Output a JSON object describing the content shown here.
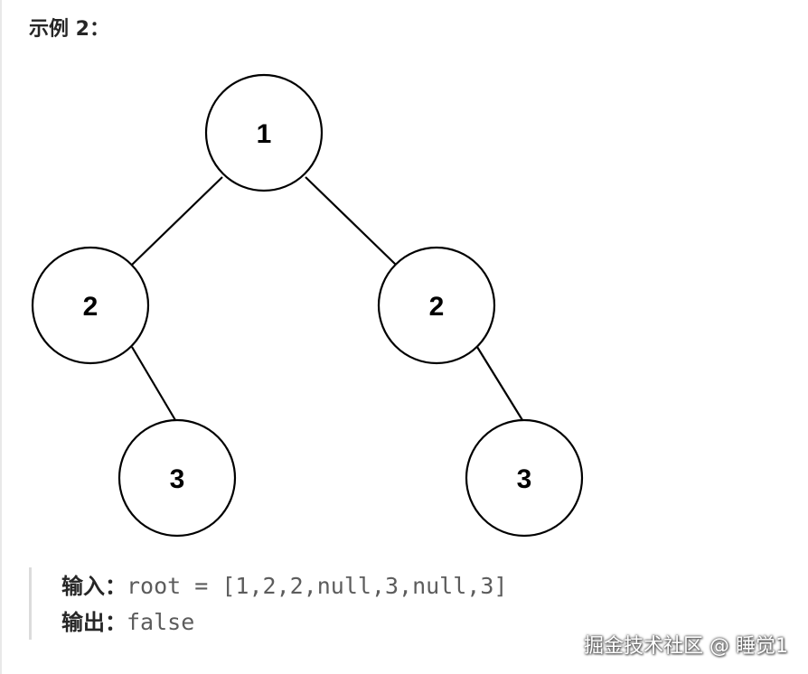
{
  "example_title": "示例 2：",
  "tree": {
    "nodes": [
      {
        "id": "n1",
        "label": "1"
      },
      {
        "id": "n2a",
        "label": "2"
      },
      {
        "id": "n2b",
        "label": "2"
      },
      {
        "id": "n3a",
        "label": "3"
      },
      {
        "id": "n3b",
        "label": "3"
      }
    ],
    "edges": [
      {
        "from": "n1",
        "to": "n2a"
      },
      {
        "from": "n1",
        "to": "n2b"
      },
      {
        "from": "n2a",
        "to": "n3a"
      },
      {
        "from": "n2b",
        "to": "n3b"
      }
    ]
  },
  "input": {
    "label": "输入：",
    "value": "root = [1,2,2,null,3,null,3]"
  },
  "output": {
    "label": "输出：",
    "value": "false"
  },
  "watermark": "掘金技术社区 @ 睡觉1"
}
